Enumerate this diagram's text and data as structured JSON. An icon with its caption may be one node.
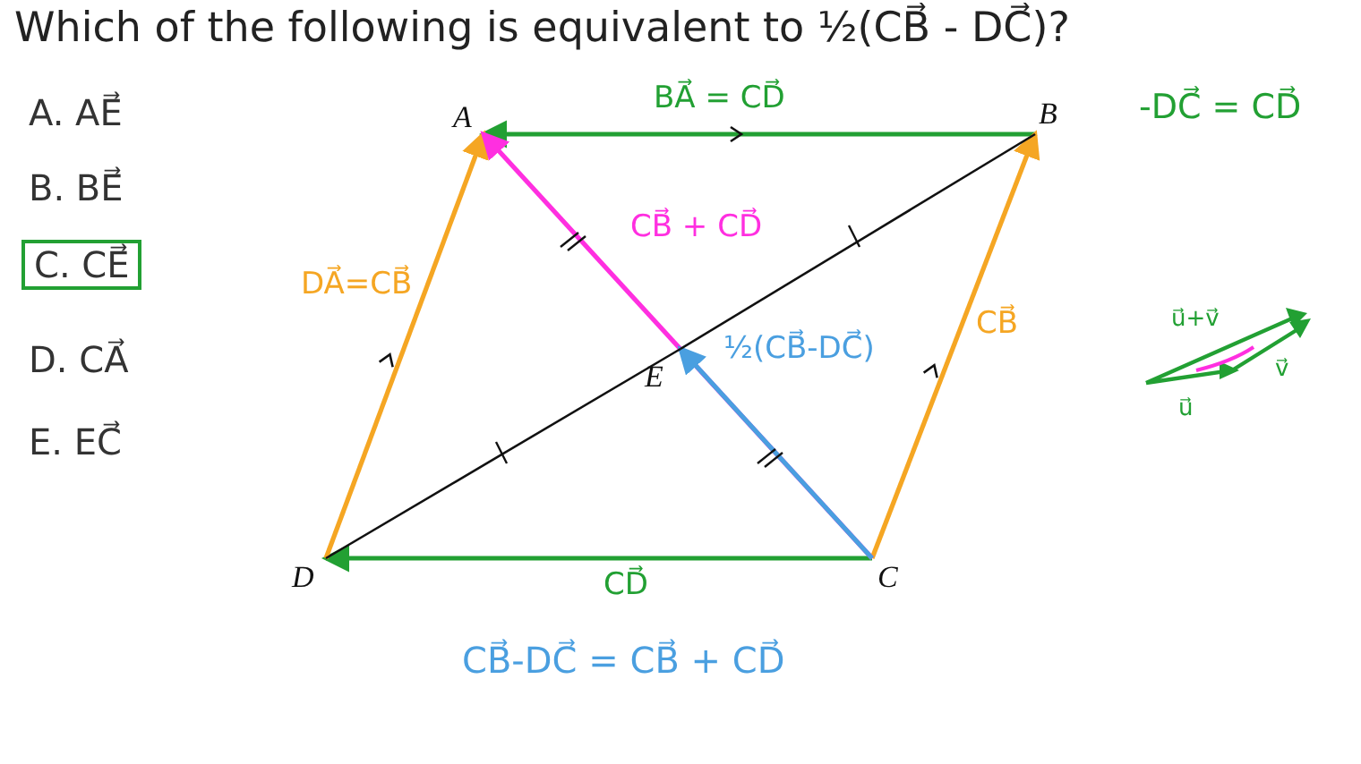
{
  "diagram": {
    "title": "Which of the following is equivalent to ½(CB⃗ - DC⃗)?",
    "nodes": [
      {
        "text": [
          "A"
        ]
      },
      {
        "text": [
          "B"
        ]
      },
      {
        "text": [
          "C"
        ]
      },
      {
        "text": [
          "D"
        ]
      },
      {
        "text": [
          "E"
        ]
      },
      {
        "text": [
          "C. CE⃗"
        ]
      }
    ],
    "edges": [
      {
        "from": 1,
        "to": 0,
        "arrow": "to",
        "label": "BA⃗ = CD⃗",
        "color": "#22a033"
      },
      {
        "from": 2,
        "to": 3,
        "arrow": "to",
        "label": "CD⃗",
        "color": "#22a033"
      },
      {
        "from": 3,
        "to": 0,
        "arrow": "to",
        "label": "DA⃗=CB⃗",
        "color": "#f5a623"
      },
      {
        "from": 2,
        "to": 1,
        "arrow": "to",
        "label": "CB⃗",
        "color": "#f5a623"
      },
      {
        "from": 2,
        "to": 0,
        "arrow": "to",
        "label": "CB⃗ + CD⃗",
        "color": "#ff2fe0"
      },
      {
        "from": 2,
        "to": 4,
        "arrow": "to",
        "label": "½(CB⃗-DC⃗)",
        "color": "#4a9fe0"
      },
      {
        "from": 3,
        "to": 4,
        "arrow": "none",
        "color": "#111111"
      },
      {
        "from": 4,
        "to": 1,
        "arrow": "none",
        "color": "#111111"
      }
    ],
    "labels": [
      "A. AE⃗",
      "B. BE⃗",
      "D. CA⃗",
      "E. EC⃗",
      "-DC⃗ = CD⃗",
      "CB⃗-DC⃗ = CB⃗ + CD⃗",
      "u⃗+v⃗",
      "v⃗",
      "u⃗"
    ]
  }
}
